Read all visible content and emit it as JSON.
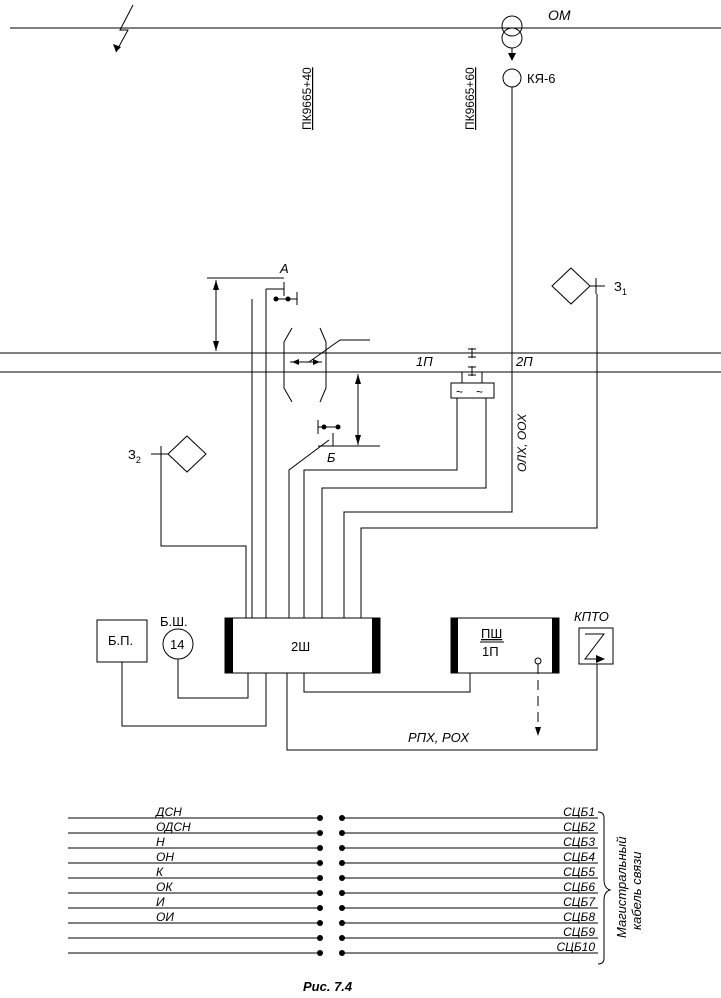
{
  "labels": {
    "om": "ОМ",
    "kya": "КЯ-6",
    "pk1": "ПК9665+40",
    "pk2": "ПК9665+60",
    "a": "А",
    "b": "Б",
    "z1_main": "З",
    "z1_sub": "1",
    "z2_main": "З",
    "z2_sub": "2",
    "p1": "1П",
    "p2": "2П",
    "olh": "ОЛХ, ООХ",
    "bp": "Б.П.",
    "bsh": "Б.Ш.",
    "bsh_num": "14",
    "box2sh": "2Ш",
    "psh_top": "ПШ",
    "psh_bot": "1П",
    "kpto": "КПТО",
    "rph": "РПХ, РОХ",
    "caption": "Рис. 7.4",
    "cable_line1": "Магистральный",
    "cable_line2": "кабель связи"
  },
  "cable_left": [
    "ДСН",
    "ОДСН",
    "Н",
    "ОН",
    "К",
    "ОК",
    "И",
    "ОИ",
    "",
    ""
  ],
  "cable_right": [
    "СЦБ1",
    "СЦБ2",
    "СЦБ3",
    "СЦБ4",
    "СЦБ5",
    "СЦБ6",
    "СЦБ7",
    "СЦБ8",
    "СЦБ9",
    "СЦБ10"
  ]
}
